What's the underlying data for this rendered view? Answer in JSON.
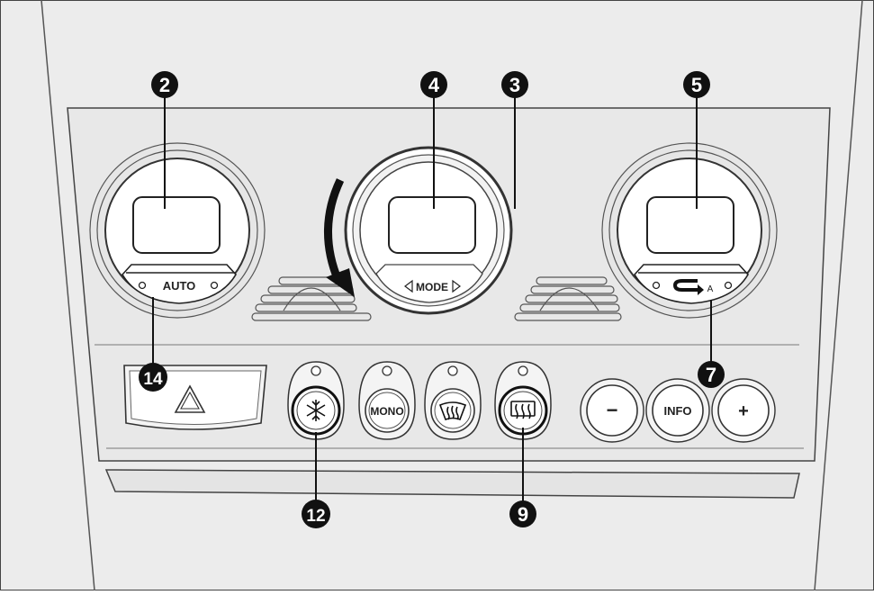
{
  "panel": {
    "auto_label": "AUTO",
    "mode_label": "MODE",
    "mono_label": "MONO",
    "info_label": "INFO",
    "minus_label": "−",
    "plus_label": "+",
    "recirc_auto_label": "A"
  },
  "callouts": [
    {
      "id": "c2",
      "label": "2"
    },
    {
      "id": "c3",
      "label": "3"
    },
    {
      "id": "c4",
      "label": "4"
    },
    {
      "id": "c5",
      "label": "5"
    },
    {
      "id": "c7",
      "label": "7"
    },
    {
      "id": "c9",
      "label": "9"
    },
    {
      "id": "c12",
      "label": "12"
    },
    {
      "id": "c14",
      "label": "14"
    }
  ],
  "icons": {
    "hazard": "hazard-triangle-icon",
    "ac": "snowflake-icon",
    "front_defrost": "windshield-defrost-icon",
    "rear_defrost": "rear-window-defrost-icon",
    "recirculation": "recirculation-icon"
  },
  "colors": {
    "panel_fill": "#ececec",
    "line": "#333333",
    "button_fill": "#ffffff",
    "callout_fill": "#111111"
  }
}
